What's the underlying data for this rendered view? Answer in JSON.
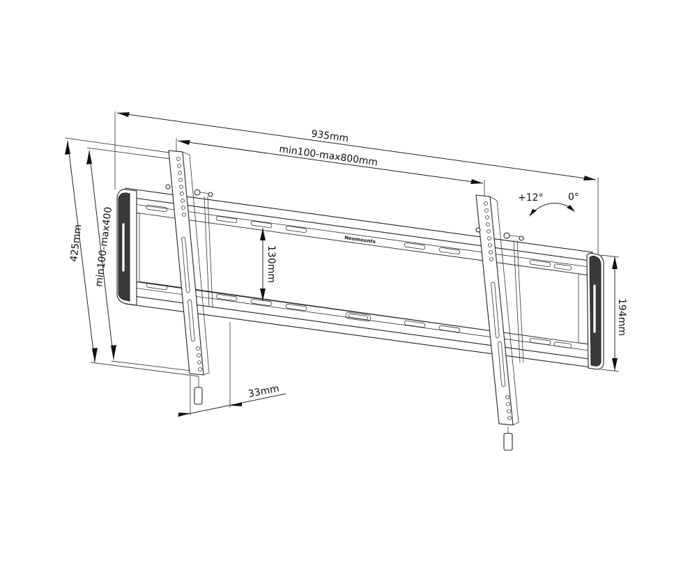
{
  "diagram": {
    "subject": "Tilting TV wall mount dimension drawing",
    "brand_label": "Neomounts",
    "dimensions": {
      "overall_width": "935mm",
      "vesa_width": "min100-max800mm",
      "overall_height": "425mm",
      "vesa_height": "min100-max400",
      "rail_spacing": "130mm",
      "wall_plate_height": "194mm",
      "wall_distance": "33mm"
    },
    "tilt": {
      "max": "+12°",
      "min": "0°"
    },
    "colors": {
      "line": "#222222",
      "pad": "#3a3a3a",
      "background": "#ffffff"
    }
  }
}
